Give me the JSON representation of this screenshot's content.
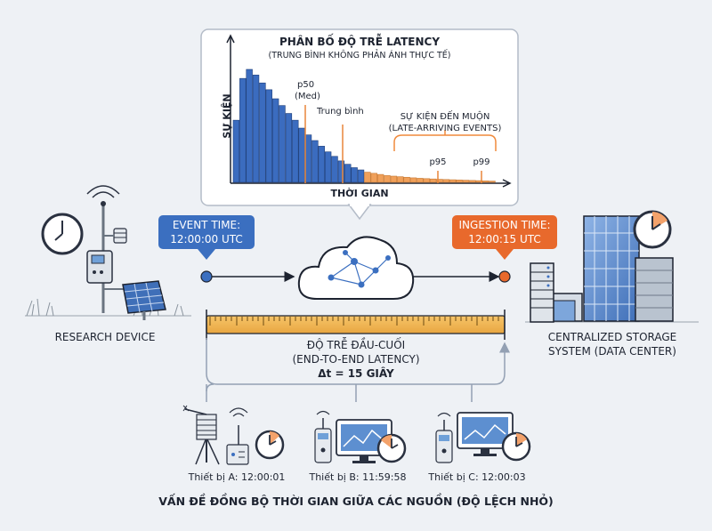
{
  "chart": {
    "title": "PHÂN BỐ ĐỘ TRỄ LATENCY",
    "subtitle": "(TRUNG BÌNH KHÔNG PHẢN ÁNH THỰC TẾ)",
    "ylabel": "SỰ KIỆN",
    "xlabel": "THỜI GIAN",
    "p50_line1": "p50",
    "p50_line2": "(Med)",
    "mean": "Trung bình",
    "late_line1": "SỰ KIỆN ĐẾN MUỘN",
    "late_line2": "(LATE-ARRIVING EVENTS)",
    "p95": "p95",
    "p99": "p99"
  },
  "chart_data": {
    "type": "bar",
    "title": "PHÂN BỐ ĐỘ TRỄ LATENCY",
    "xlabel": "THỜI GIAN",
    "ylabel": "SỰ KIỆN",
    "values": [
      55,
      92,
      100,
      95,
      88,
      82,
      74,
      68,
      61,
      55,
      48,
      42,
      37,
      32,
      27,
      23,
      19,
      16,
      13,
      11,
      9,
      8,
      7,
      6,
      5.5,
      5,
      4.5,
      4,
      3.6,
      3.3,
      3,
      2.7,
      2.5,
      2.3,
      2.1,
      1.9,
      1.7,
      1.5,
      1.3,
      1.1
    ],
    "highlight_from_index": 20,
    "markers": [
      "p50",
      "Trung bình",
      "p95",
      "p99"
    ],
    "grid": false,
    "colors": {
      "main": "#3b6cbf",
      "late": "#f0a05a"
    }
  },
  "source": {
    "badge_line1": "EVENT TIME:",
    "badge_line2": "12:00:00 UTC",
    "label": "RESEARCH DEVICE",
    "color": "#3b6fc0"
  },
  "target": {
    "badge_line1": "INGESTION TIME:",
    "badge_line2": "12:00:15 UTC",
    "label_line1": "CENTRALIZED STORAGE",
    "label_line2": "SYSTEM (DATA CENTER)",
    "color": "#e8692c"
  },
  "latency": {
    "line1": "ĐỘ TRỄ ĐẦU-CUỐI",
    "line2": "(END-TO-END LATENCY)",
    "line3": "Δt = 15 GIÂY"
  },
  "devices": [
    {
      "label": "Thiết bị A: 12:00:01"
    },
    {
      "label": "Thiết bị B: 11:59:58"
    },
    {
      "label": "Thiết bị C: 12:00:03"
    }
  ],
  "footer": "VẤN ĐỀ ĐỒNG BỘ THỜI GIAN GIỮA CÁC NGUỒN (ĐỘ LỆCH NHỎ)",
  "icons": [
    "clock-icon",
    "weather-station-icon",
    "solar-panel-icon",
    "cloud-network-icon",
    "data-center-icon",
    "server-rack-icon",
    "monitor-icon",
    "radio-icon"
  ]
}
